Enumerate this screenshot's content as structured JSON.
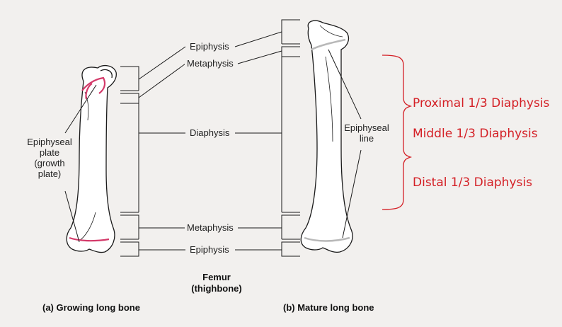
{
  "labels": {
    "epiphysis_top": "Epiphysis",
    "metaphysis_top": "Metaphysis",
    "diaphysis": "Diaphysis",
    "metaphysis_bottom": "Metaphysis",
    "epiphysis_bottom": "Epiphysis",
    "epiphyseal_plate": [
      "Epiphyseal",
      "plate",
      "(growth",
      "plate)"
    ],
    "epiphyseal_line": [
      "Epiphyseal",
      "line"
    ]
  },
  "captions": {
    "femur": [
      "Femur",
      "(thighbone)"
    ],
    "growing": "(a) Growing long bone",
    "mature": "(b) Mature long bone"
  },
  "annotations": {
    "proximal": "Proximal 1/3 Diaphysis",
    "middle": "Middle 1/3 Diaphysis",
    "distal": "Distal 1/3 Diaphysis"
  },
  "colors": {
    "background": "#f2f0ee",
    "line": "#1a1a1a",
    "growth_plate": "#d43a6a",
    "epiphyseal_line": "#b8b8b8",
    "annotation": "#d42026"
  }
}
